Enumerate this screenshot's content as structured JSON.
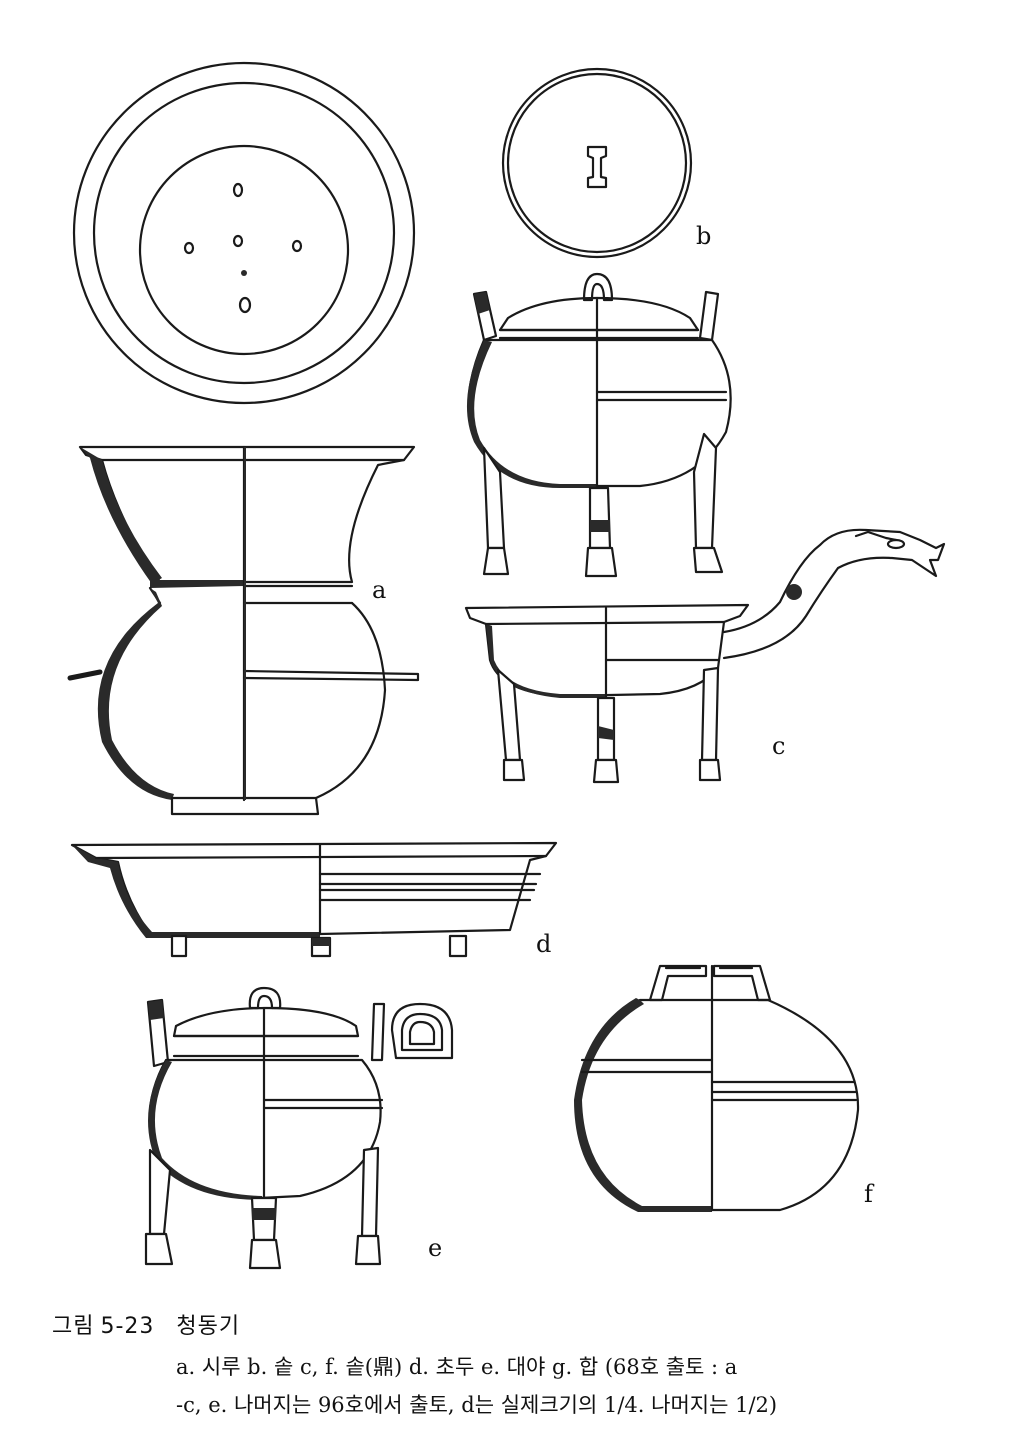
{
  "labels": {
    "a": "a",
    "b": "b",
    "c": "c",
    "d": "d",
    "e": "e",
    "f": "f"
  },
  "caption": {
    "figure": "그림",
    "number": "5-23",
    "title": "청동기",
    "line1": "a. 시루  b. 솥  c, f. 솥(鼎)  d. 초두  e. 대야  g. 합  (68호 출토 : a",
    "line2": "-c, e. 나머지는 96호에서 출토,  d는 실제크기의 1/4. 나머지는 1/2)"
  }
}
